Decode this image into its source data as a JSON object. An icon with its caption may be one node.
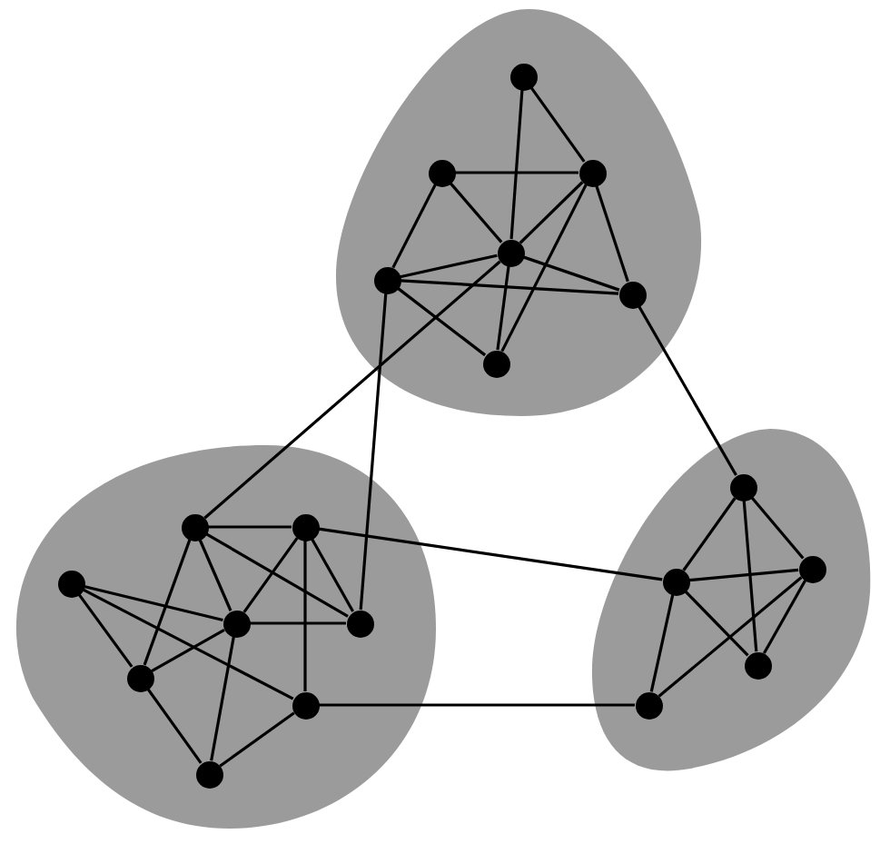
{
  "diagram": {
    "nodes": [
      {
        "text": [],
        "shape": "blob"
      },
      {
        "text": [],
        "shape": "circle",
        "in": 0
      },
      {
        "text": [],
        "shape": "circle",
        "in": 0
      },
      {
        "text": [],
        "shape": "circle",
        "in": 0
      },
      {
        "text": [],
        "shape": "circle",
        "in": 0
      },
      {
        "text": [],
        "shape": "circle",
        "in": 0
      },
      {
        "text": [],
        "shape": "circle",
        "in": 0
      },
      {
        "text": [],
        "shape": "circle",
        "in": 0
      },
      {
        "text": [],
        "shape": "blob"
      },
      {
        "text": [],
        "shape": "circle",
        "in": 8
      },
      {
        "text": [],
        "shape": "circle",
        "in": 8
      },
      {
        "text": [],
        "shape": "circle",
        "in": 8
      },
      {
        "text": [],
        "shape": "circle",
        "in": 8
      },
      {
        "text": [],
        "shape": "circle",
        "in": 8
      },
      {
        "text": [],
        "shape": "circle",
        "in": 8
      },
      {
        "text": [],
        "shape": "circle",
        "in": 8
      },
      {
        "text": [],
        "shape": "circle",
        "in": 8
      },
      {
        "text": [],
        "shape": "blob"
      },
      {
        "text": [],
        "shape": "circle",
        "in": 17
      },
      {
        "text": [],
        "shape": "circle",
        "in": 17
      },
      {
        "text": [],
        "shape": "circle",
        "in": 17
      },
      {
        "text": [],
        "shape": "circle",
        "in": 17
      },
      {
        "text": [],
        "shape": "circle",
        "in": 17
      }
    ],
    "edges": [
      {
        "from": 1,
        "to": 4,
        "arrow": "none"
      },
      {
        "from": 1,
        "to": 3,
        "arrow": "none"
      },
      {
        "from": 2,
        "to": 3,
        "arrow": "none"
      },
      {
        "from": 2,
        "to": 4,
        "arrow": "none"
      },
      {
        "from": 2,
        "to": 5,
        "arrow": "none"
      },
      {
        "from": 3,
        "to": 4,
        "arrow": "none"
      },
      {
        "from": 3,
        "to": 7,
        "arrow": "none"
      },
      {
        "from": 3,
        "to": 6,
        "arrow": "none"
      },
      {
        "from": 4,
        "to": 5,
        "arrow": "none"
      },
      {
        "from": 4,
        "to": 6,
        "arrow": "none"
      },
      {
        "from": 4,
        "to": 7,
        "arrow": "none"
      },
      {
        "from": 5,
        "to": 6,
        "arrow": "none"
      },
      {
        "from": 5,
        "to": 7,
        "arrow": "none"
      },
      {
        "from": 9,
        "to": 10,
        "arrow": "none"
      },
      {
        "from": 9,
        "to": 12,
        "arrow": "none"
      },
      {
        "from": 9,
        "to": 14,
        "arrow": "none"
      },
      {
        "from": 9,
        "to": 13,
        "arrow": "none"
      },
      {
        "from": 10,
        "to": 12,
        "arrow": "none"
      },
      {
        "from": 10,
        "to": 13,
        "arrow": "none"
      },
      {
        "from": 10,
        "to": 15,
        "arrow": "none"
      },
      {
        "from": 11,
        "to": 12,
        "arrow": "none"
      },
      {
        "from": 11,
        "to": 14,
        "arrow": "none"
      },
      {
        "from": 11,
        "to": 15,
        "arrow": "none"
      },
      {
        "from": 12,
        "to": 13,
        "arrow": "none"
      },
      {
        "from": 12,
        "to": 14,
        "arrow": "none"
      },
      {
        "from": 12,
        "to": 16,
        "arrow": "none"
      },
      {
        "from": 14,
        "to": 16,
        "arrow": "none"
      },
      {
        "from": 15,
        "to": 16,
        "arrow": "none"
      },
      {
        "from": 18,
        "to": 19,
        "arrow": "none"
      },
      {
        "from": 18,
        "to": 20,
        "arrow": "none"
      },
      {
        "from": 18,
        "to": 21,
        "arrow": "none"
      },
      {
        "from": 19,
        "to": 20,
        "arrow": "none"
      },
      {
        "from": 19,
        "to": 21,
        "arrow": "none"
      },
      {
        "from": 19,
        "to": 22,
        "arrow": "none"
      },
      {
        "from": 20,
        "to": 21,
        "arrow": "none"
      },
      {
        "from": 20,
        "to": 22,
        "arrow": "none"
      },
      {
        "from": 4,
        "to": 9,
        "arrow": "none"
      },
      {
        "from": 5,
        "to": 13,
        "arrow": "none"
      },
      {
        "from": 6,
        "to": 18,
        "arrow": "none"
      },
      {
        "from": 10,
        "to": 19,
        "arrow": "none"
      },
      {
        "from": 15,
        "to": 22,
        "arrow": "none"
      }
    ]
  }
}
